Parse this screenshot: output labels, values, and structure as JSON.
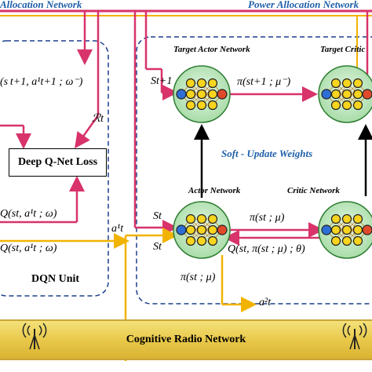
{
  "headers": {
    "left": "Allocation Network",
    "right": "Power Allocation Network"
  },
  "networks": {
    "target_actor": "Target Actor Network",
    "target_critic": "Target Critic",
    "actor": "Actor  Network",
    "critic": "Critic Network"
  },
  "soft_update": "Soft - Update Weights",
  "dqn": {
    "loss_box": "Deep Q-Net Loss",
    "unit_label": "DQN Unit",
    "q_target": "(s t+1, a¹t+1 ; ω⁻)",
    "reward": "ℛt",
    "q_online": "Q(st, a¹t ; ω)",
    "q_online2": "Q(st, a¹t ; ω)",
    "action_out": "a¹t"
  },
  "ddpg": {
    "s_next": "St+1",
    "s_t": "St",
    "s_t2": "St",
    "pi_target": "π(st+1 ; μ⁻)",
    "pi_actor": "π(st ; μ)",
    "q_critic": "Q(st, π(st ; μ) ; θ)",
    "pi_out": "π(st ; μ)",
    "action_out2": "a²t"
  },
  "radio_network": "Cognitive Radio Network",
  "colors": {
    "pink": "#d8336a",
    "yellow": "#f2b300",
    "blue_text": "#1f5fa8",
    "dash": "#1c3f8c",
    "green_node": "#c8edc8"
  }
}
